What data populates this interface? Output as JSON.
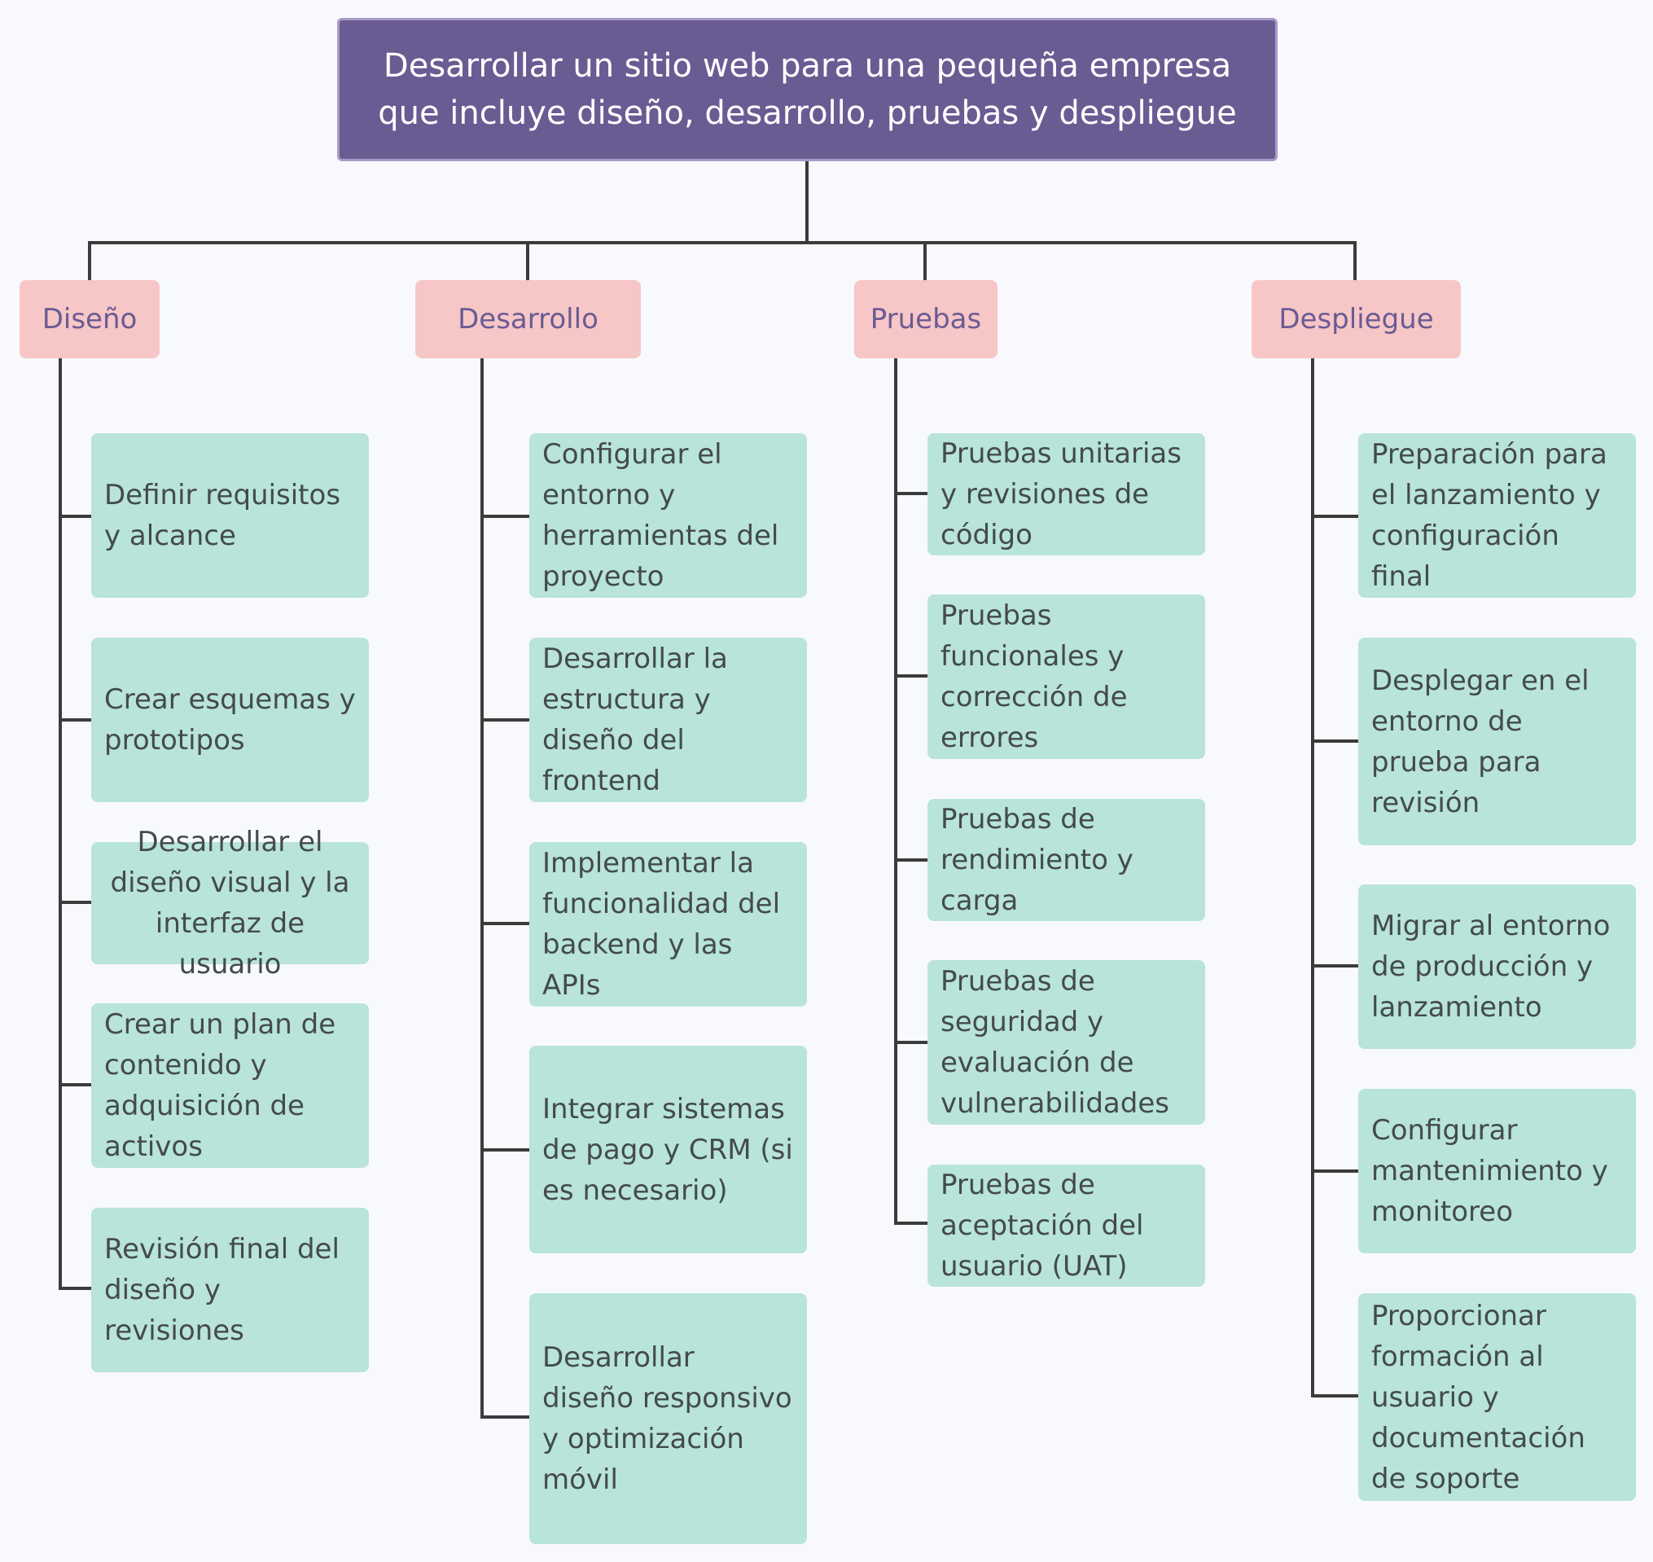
{
  "root": "Desarrollar un sitio web para una pequeña empresa que incluye diseño, desarrollo, pruebas y despliegue",
  "branches": [
    {
      "label": "Diseño",
      "items": [
        "Definir requisitos y alcance",
        "Crear esquemas y prototipos",
        "Desarrollar el diseño visual y la interfaz de usuario",
        "Crear un plan de contenido y adquisición de activos",
        "Revisión final del diseño y revisiones"
      ]
    },
    {
      "label": "Desarrollo",
      "items": [
        "Configurar el entorno y herramientas del proyecto",
        "Desarrollar la estructura y diseño del frontend",
        "Implementar la funcionalidad del backend y las APIs",
        "Integrar sistemas de pago y CRM (si es necesario)",
        "Desarrollar diseño responsivo y optimización móvil"
      ]
    },
    {
      "label": "Pruebas",
      "items": [
        "Pruebas unitarias y revisiones de código",
        "Pruebas funcionales y corrección de errores",
        "Pruebas de rendimiento y carga",
        "Pruebas de seguridad y evaluación de vulnerabilidades",
        "Pruebas de aceptación del usuario (UAT)"
      ]
    },
    {
      "label": "Despliegue",
      "items": [
        "Preparación para el lanzamiento y configuración final",
        "Desplegar en el entorno de prueba para revisión",
        "Migrar al entorno de producción y lanzamiento",
        "Configurar mantenimiento y monitoreo",
        "Proporcionar formación al usuario y documentación de soporte"
      ]
    }
  ]
}
